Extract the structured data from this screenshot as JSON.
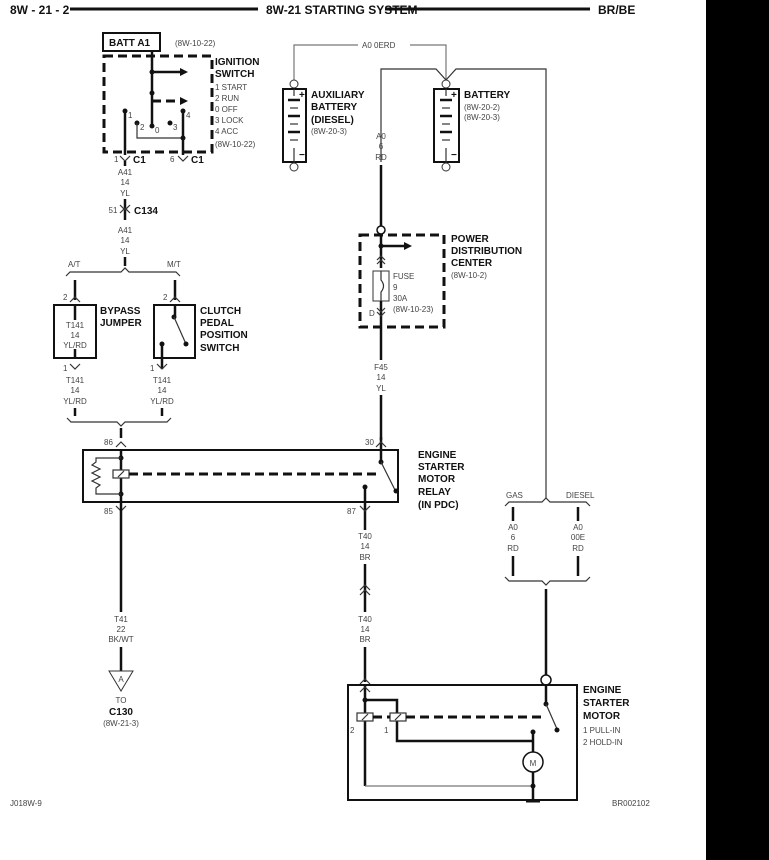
{
  "header": {
    "page": "8W - 21 - 2",
    "title": "8W-21 STARTING SYSTEM",
    "model": "BR/BE"
  },
  "batt_a1": {
    "label": "BATT A1",
    "ref": "(8W-10-22)"
  },
  "ignition": {
    "title1": "IGNITION",
    "title2": "SWITCH",
    "positions": [
      "1 START",
      "2 RUN",
      "0 OFF",
      "3 LOCK",
      "4 ACC"
    ],
    "ref": "(8W-10-22)",
    "contacts": [
      "1",
      "2",
      "0",
      "3",
      "4"
    ],
    "c1_pin_left": "1",
    "c1_pin_right": "6",
    "c1": "C1"
  },
  "wire_a41_top": [
    "A41",
    "14",
    "YL"
  ],
  "c134": {
    "pin": "51",
    "label": "C134"
  },
  "wire_a41_bottom": [
    "A41",
    "14",
    "YL"
  ],
  "branch1": {
    "left": "A/T",
    "right": "M/T"
  },
  "bypass": {
    "pin_top": "2",
    "pin_bottom": "1",
    "wire": [
      "T141",
      "14",
      "YL/RD"
    ],
    "title1": "BYPASS",
    "title2": "JUMPER"
  },
  "clutch": {
    "pin_top": "2",
    "pin_bottom": "1",
    "title": [
      "CLUTCH",
      "PEDAL",
      "POSITION",
      "SWITCH"
    ]
  },
  "wire_t141_left": [
    "T141",
    "14",
    "YL/RD"
  ],
  "wire_t141_right": [
    "T141",
    "14",
    "YL/RD"
  ],
  "relay": {
    "pin86": "86",
    "pin85": "85",
    "pin30": "30",
    "pin87": "87",
    "title": [
      "ENGINE",
      "STARTER",
      "MOTOR",
      "RELAY",
      "(IN PDC)"
    ]
  },
  "wire_t41": [
    "T41",
    "22",
    "BK/WT"
  ],
  "connector_a": {
    "letter": "A",
    "to": "TO",
    "label": "C130",
    "ref": "(8W-21-3)"
  },
  "aux_battery": {
    "title": [
      "AUXILIARY",
      "BATTERY",
      "(DIESEL)"
    ],
    "ref": "(8W-20-3)"
  },
  "battery": {
    "title": "BATTERY",
    "refs": [
      "(8W-20-2)",
      "(8W-20-3)"
    ]
  },
  "wire_a0_0erd": "A0   0ERD",
  "wire_a0_6": [
    "A0",
    "6",
    "RD"
  ],
  "pdc": {
    "title": [
      "POWER",
      "DISTRIBUTION",
      "CENTER"
    ],
    "ref": "(8W-10-2)",
    "fuse": [
      "FUSE",
      "9",
      "30A",
      "(8W-10-23)"
    ],
    "cavity": "D"
  },
  "wire_f45": [
    "F45",
    "14",
    "YL"
  ],
  "wire_t40_top": [
    "T40",
    "14",
    "BR"
  ],
  "wire_t40_bottom": [
    "T40",
    "14",
    "BR"
  ],
  "branch2": {
    "left": "GAS",
    "right": "DIESEL",
    "left_wire": [
      "A0",
      "6",
      "RD"
    ],
    "right_wire": [
      "A0",
      "00E",
      "RD"
    ]
  },
  "starter": {
    "title": [
      "ENGINE",
      "STARTER",
      "MOTOR"
    ],
    "legend": [
      "1 PULL-IN",
      "2 HOLD-IN"
    ],
    "coil1": "1",
    "coil2": "2",
    "motor": "M"
  },
  "footer": {
    "left": "J018W-9",
    "right": "BR002102"
  }
}
